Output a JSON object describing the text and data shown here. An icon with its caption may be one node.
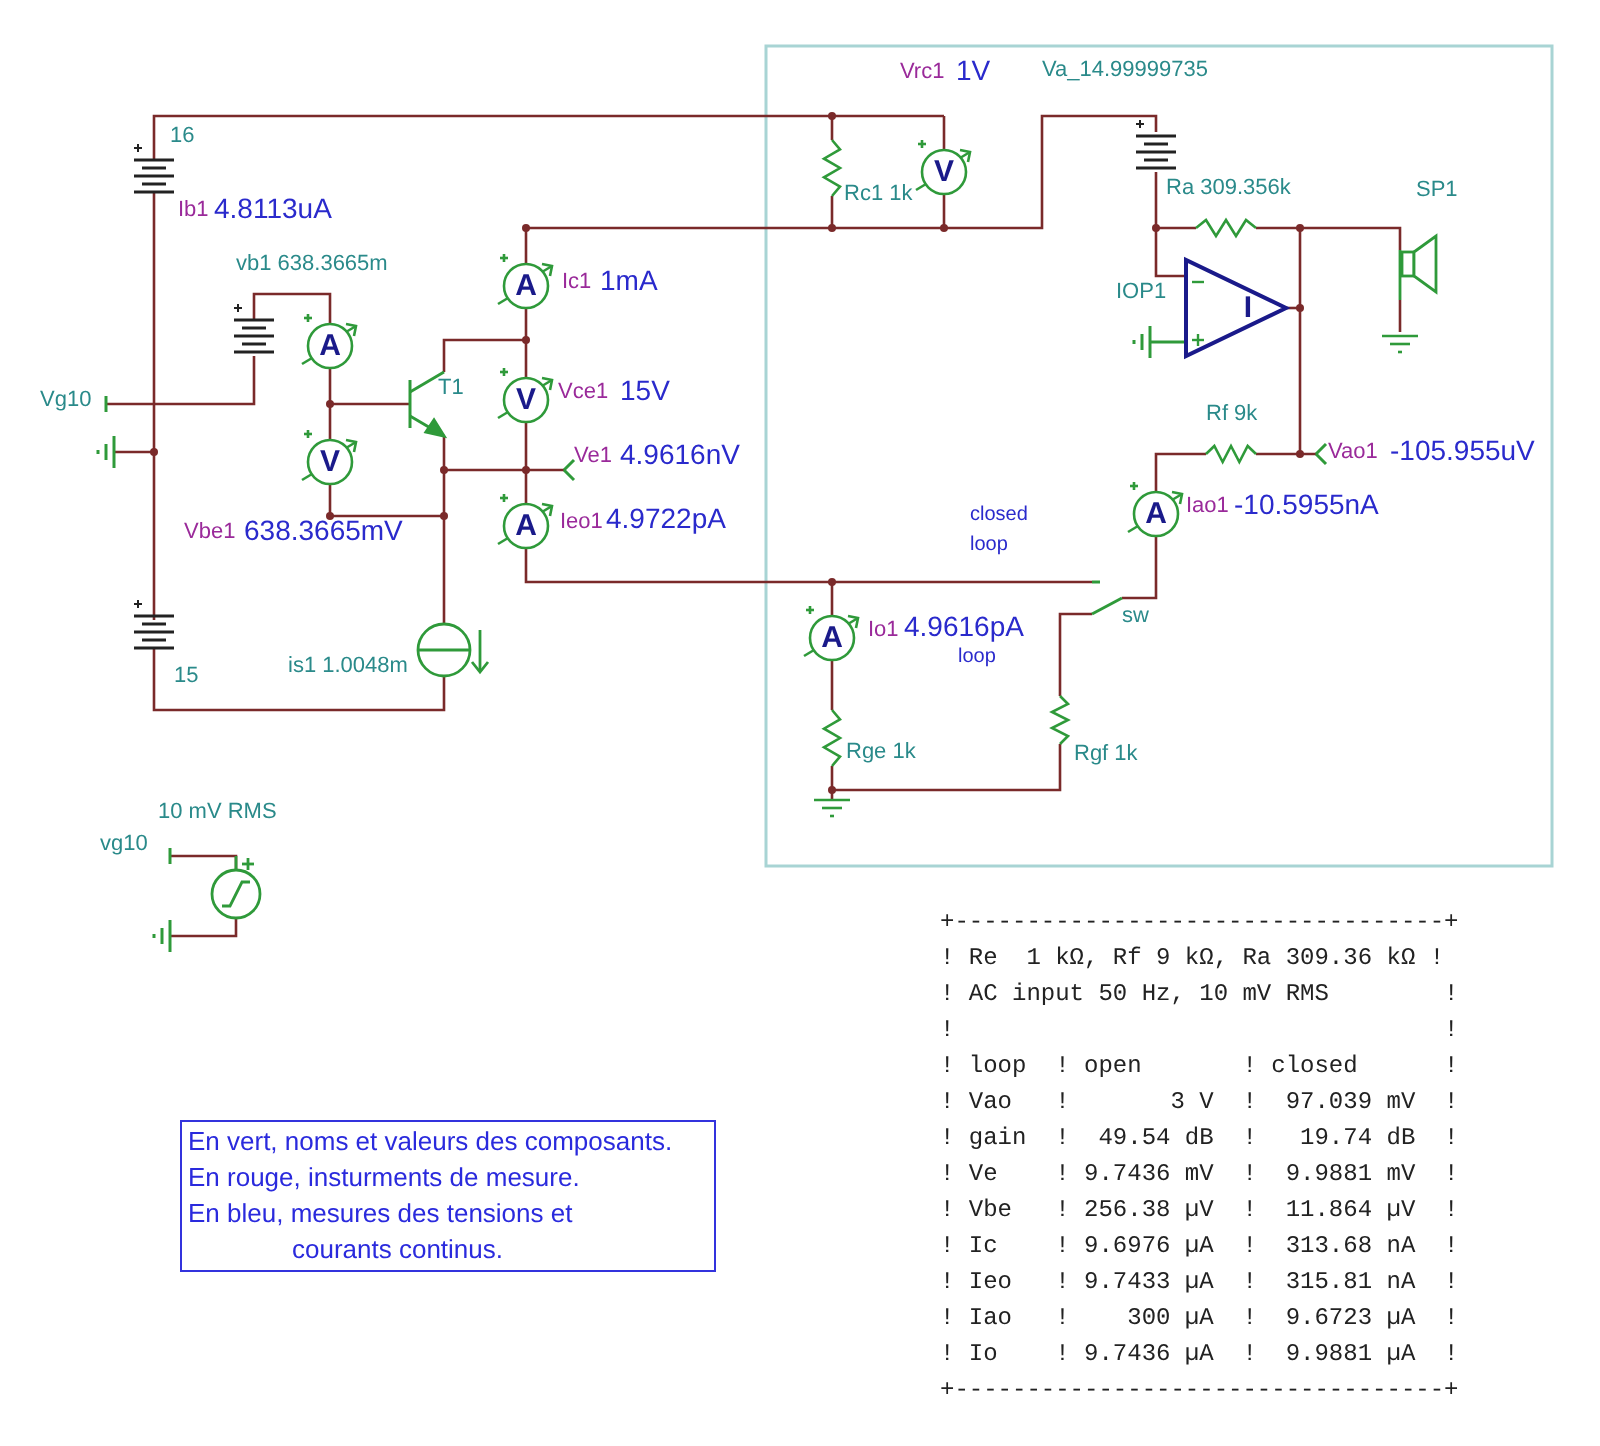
{
  "diagram": {
    "nodes": [
      {
        "text": [
          "En vert, noms et valeurs des composants.",
          "En rouge, insturments de mesure.",
          "En bleu, mesures des tensions et courants continus."
        ]
      }
    ],
    "labels": [
      "Vrc1",
      "1V",
      "Va_14.99999735",
      "16",
      "V",
      "Rc1 1k",
      "Ra 309.356k",
      "SP1",
      "Ib1",
      "4.8113uA",
      "vb1 638.3665m",
      "A",
      "Ic1",
      "1mA",
      "I",
      "IOP1",
      "A",
      "T1",
      "V",
      "Vce1",
      "15V",
      "Vg10",
      "Rf 9k",
      "Ve1",
      "4.9616nV",
      "Vao1",
      "-105.955uV",
      "V",
      "closed",
      "A",
      "Iao1",
      "-10.5955nA",
      "A",
      "Ieo1",
      "4.9722pA",
      "Vbe1",
      "638.3665mV",
      "loop",
      "sw",
      "A",
      "Io1",
      "4.9616pA",
      "15",
      "is1 1.0048m",
      "loop",
      "Rge 1k",
      "Rgf 1k",
      "10 mV RMS",
      "vg10",
      "+----------------------------------+",
      "! Re  1 kΩ, Rf 9 kΩ, Ra 309.36 kΩ !",
      "! AC input 50 Hz, 10 mV RMS        !",
      "!                                  !",
      "! loop  ! open       ! closed      !",
      "! Vao   !       3 V  !  97.039 mV  !",
      "! gain  !  49.54 dB  !   19.74 dB  !",
      "! Ve    ! 9.7436 mV  !  9.9881 mV  !",
      "! Vbe   ! 256.38 µV  !  11.864 µV  !",
      "! Ic    ! 9.6976 µA  !  313.68 nA  !",
      "! Ieo   ! 9.7433 µA  !  315.81 nA  !",
      "! Iao   !    300 µA  !  9.6723 µA  !",
      "! Io    ! 9.7436 µA  !  9.9881 µA  !",
      "+----------------------------------+"
    ]
  }
}
